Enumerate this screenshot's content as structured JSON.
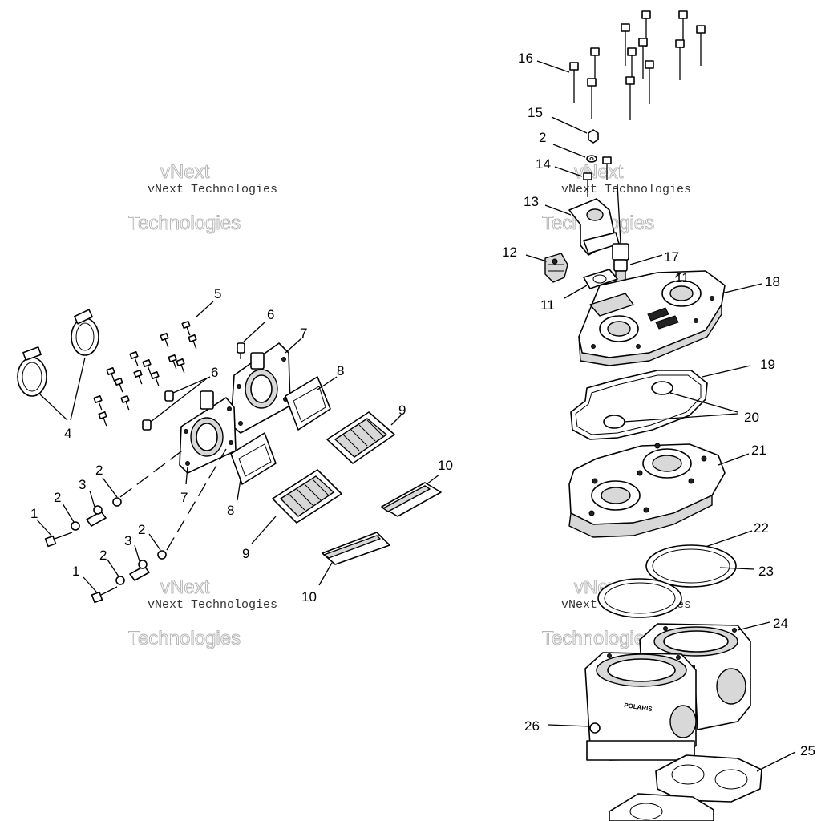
{
  "callouts": {
    "c1a": "1",
    "c1b": "1",
    "c2a": "2",
    "c2b": "2",
    "c2c": "2",
    "c2d": "2",
    "c2e": "2",
    "c3a": "3",
    "c3b": "3",
    "c4": "4",
    "c5": "5",
    "c6a": "6",
    "c6b": "6",
    "c7a": "7",
    "c7b": "7",
    "c8a": "8",
    "c8b": "8",
    "c9a": "9",
    "c9b": "9",
    "c10a": "10",
    "c10b": "10",
    "c11a": "11",
    "c11b": "11",
    "c12": "12",
    "c13": "13",
    "c14": "14",
    "c15": "15",
    "c16": "16",
    "c17": "17",
    "c18": "18",
    "c19": "19",
    "c20": "20",
    "c21": "21",
    "c22": "22",
    "c23": "23",
    "c24": "24",
    "c25": "25",
    "c26": "26"
  },
  "watermark": {
    "line1": "vNext Technologies",
    "line2": "vNext",
    "line3": "Technologies"
  },
  "cylinder_brand": "POLARIS"
}
